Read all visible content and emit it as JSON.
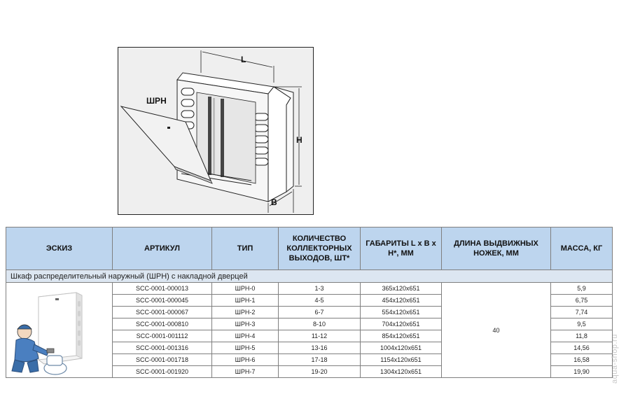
{
  "drawing": {
    "type_label": "ШРН",
    "dim_l": "L",
    "dim_h": "H",
    "dim_b": "B"
  },
  "table": {
    "headers": {
      "sketch": "ЭСКИЗ",
      "article": "АРТИКУЛ",
      "type": "ТИП",
      "outlets": "КОЛИЧЕСТВО КОЛЛЕКТОРНЫХ ВЫХОДОВ, ШТ*",
      "dimensions": "ГАБАРИТЫ L x B x H*, ММ",
      "legs": "ДЛИНА ВЫДВИЖНЫХ НОЖЕК, ММ",
      "mass": "МАССА, КГ"
    },
    "group_title": "Шкаф распределительный наружный (ШРН) с накладной дверцей",
    "legs_value": "40",
    "rows": [
      {
        "article": "SCC-0001-000013",
        "type": "ШРН-0",
        "outlets": "1-3",
        "dimensions": "365x120x651",
        "mass": "5,9"
      },
      {
        "article": "SCC-0001-000045",
        "type": "ШРН-1",
        "outlets": "4-5",
        "dimensions": "454x120x651",
        "mass": "6,75"
      },
      {
        "article": "SCC-0001-000067",
        "type": "ШРН-2",
        "outlets": "6-7",
        "dimensions": "554x120x651",
        "mass": "7,74"
      },
      {
        "article": "SCC-0001-000810",
        "type": "ШРН-3",
        "outlets": "8-10",
        "dimensions": "704x120x651",
        "mass": "9,5"
      },
      {
        "article": "SCC-0001-001112",
        "type": "ШРН-4",
        "outlets": "11-12",
        "dimensions": "854x120x651",
        "mass": "11,8"
      },
      {
        "article": "SCC-0001-001316",
        "type": "ШРН-5",
        "outlets": "13-16",
        "dimensions": "1004x120x651",
        "mass": "14,56"
      },
      {
        "article": "SCC-0001-001718",
        "type": "ШРН-6",
        "outlets": "17-18",
        "dimensions": "1154x120x651",
        "mass": "16,58"
      },
      {
        "article": "SCC-0001-001920",
        "type": "ШРН-7",
        "outlets": "19-20",
        "dimensions": "1304x120x651",
        "mass": "19,90"
      }
    ]
  },
  "watermark": "aqua-shop.ru"
}
